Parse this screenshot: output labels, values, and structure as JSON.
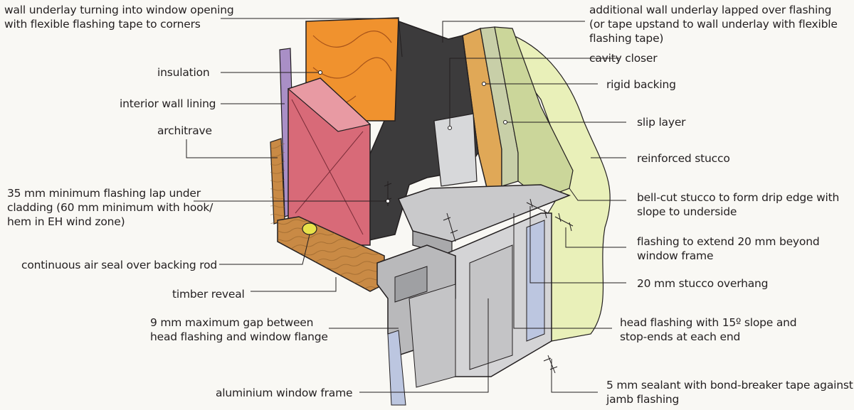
{
  "labels": {
    "wall_underlay": "wall underlay turning into window opening\nwith flexible flashing tape to corners",
    "insulation": "insulation",
    "interior_wall_lining": "interior wall lining",
    "architrave": "architrave",
    "flashing_lap": "35 mm minimum flashing lap under\ncladding (60 mm minimum with hook/\nhem in EH wind zone)",
    "air_seal": "continuous air seal over backing rod",
    "timber_reveal": "timber reveal",
    "max_gap": "9 mm maximum gap between\nhead flashing and window flange",
    "aluminium_frame": "aluminium window frame",
    "additional_underlay": "additional wall underlay lapped over flashing\n(or tape upstand to wall underlay with flexible\nflashing tape)",
    "cavity_closer": "cavity closer",
    "rigid_backing": "rigid backing",
    "slip_layer": "slip layer",
    "reinforced_stucco": "reinforced stucco",
    "bell_cut": "bell-cut stucco to form drip edge with\nslope to underside",
    "flashing_extend": "flashing to extend 20 mm beyond\nwindow frame",
    "stucco_overhang": "20 mm stucco overhang",
    "head_flashing": "head flashing with 15º slope and\nstop-ends at each end",
    "sealant": "5 mm sealant with bond-breaker tape against\njamb flashing"
  },
  "colors": {
    "insulation": "#f0922e",
    "timber_block": "#d86a78",
    "underlay": "#3c3b3c",
    "lining": "#a98fc6",
    "timber": "#c98a45",
    "stucco": "#e9f0b9",
    "rigid_backing": "#e0a857",
    "slip_layer": "#c8cfa8",
    "flashing": "#c9c9cb",
    "frame": "#b9b9bb"
  }
}
